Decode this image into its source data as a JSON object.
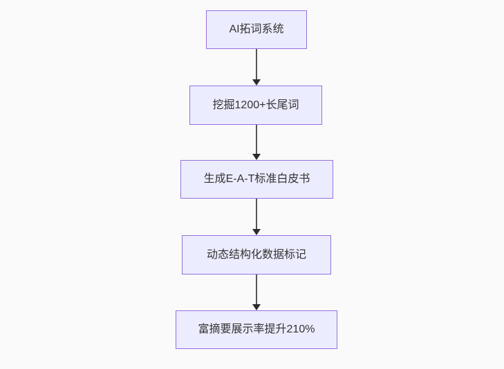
{
  "page": {
    "background": "#fafafa"
  },
  "diagram": {
    "type": "flowchart",
    "direction": "top-down",
    "style": {
      "node_fill": "#ECECFF",
      "node_border": "#9370DB",
      "text_color": "#333333",
      "arrow_color": "#333333"
    },
    "nodes": [
      {
        "label": "AI拓词系统"
      },
      {
        "label": "挖掘1200+长尾词"
      },
      {
        "label": "生成E-A-T标准白皮书"
      },
      {
        "label": "动态结构化数据标记"
      },
      {
        "label": "富摘要展示率提升210%"
      }
    ],
    "edges": [
      {
        "from": 0,
        "to": 1
      },
      {
        "from": 1,
        "to": 2
      },
      {
        "from": 2,
        "to": 3
      },
      {
        "from": 3,
        "to": 4
      }
    ]
  }
}
